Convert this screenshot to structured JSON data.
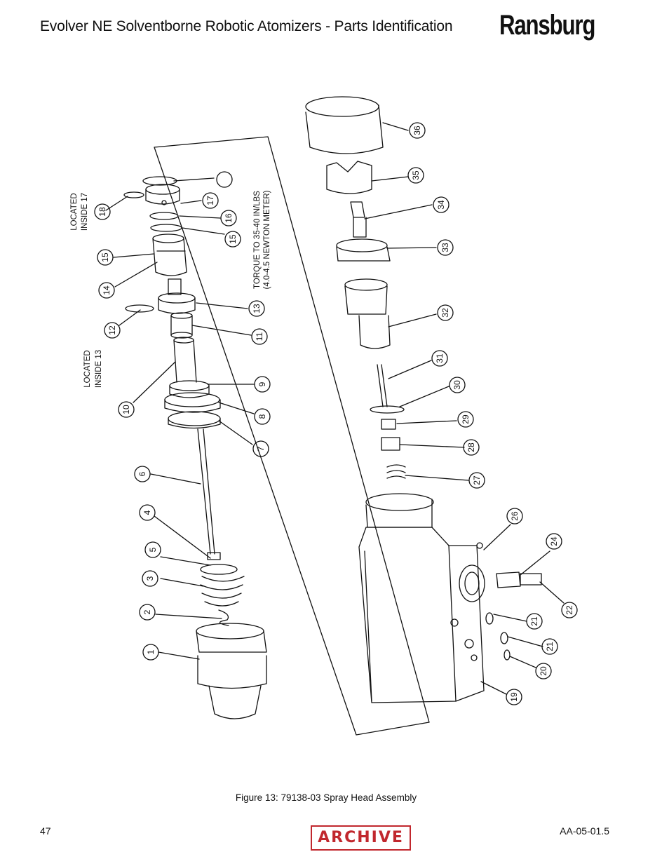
{
  "header": {
    "title": "Evolver NE  Solventborne Robotic Atomizers - Parts Identification",
    "brand_logo": "Ransburg"
  },
  "diagram": {
    "callouts": [
      "1",
      "2",
      "3",
      "4",
      "5",
      "6",
      "7",
      "8",
      "9",
      "10",
      "11",
      "12",
      "13",
      "14",
      "15",
      "15",
      "16",
      "17",
      "18",
      "19",
      "20",
      "21",
      "21",
      "22",
      "24",
      "26",
      "27",
      "28",
      "29",
      "30",
      "31",
      "32",
      "33",
      "34",
      "35",
      "36"
    ],
    "notes": {
      "located_inside_17": [
        "LOCATED",
        "INSIDE 17"
      ],
      "located_inside_13": [
        "LOCATED",
        "INSIDE 13"
      ],
      "torque": [
        "TORQUE TO 35-40 IN/LBS",
        "(4.0-4.5 NEWTON METER)"
      ]
    }
  },
  "caption": "Figure 13:  79138-03 Spray Head Assembly",
  "footer": {
    "page_number": "47",
    "doc_code": "AA-05-01.5",
    "archive_stamp": "ARCHIVE"
  }
}
